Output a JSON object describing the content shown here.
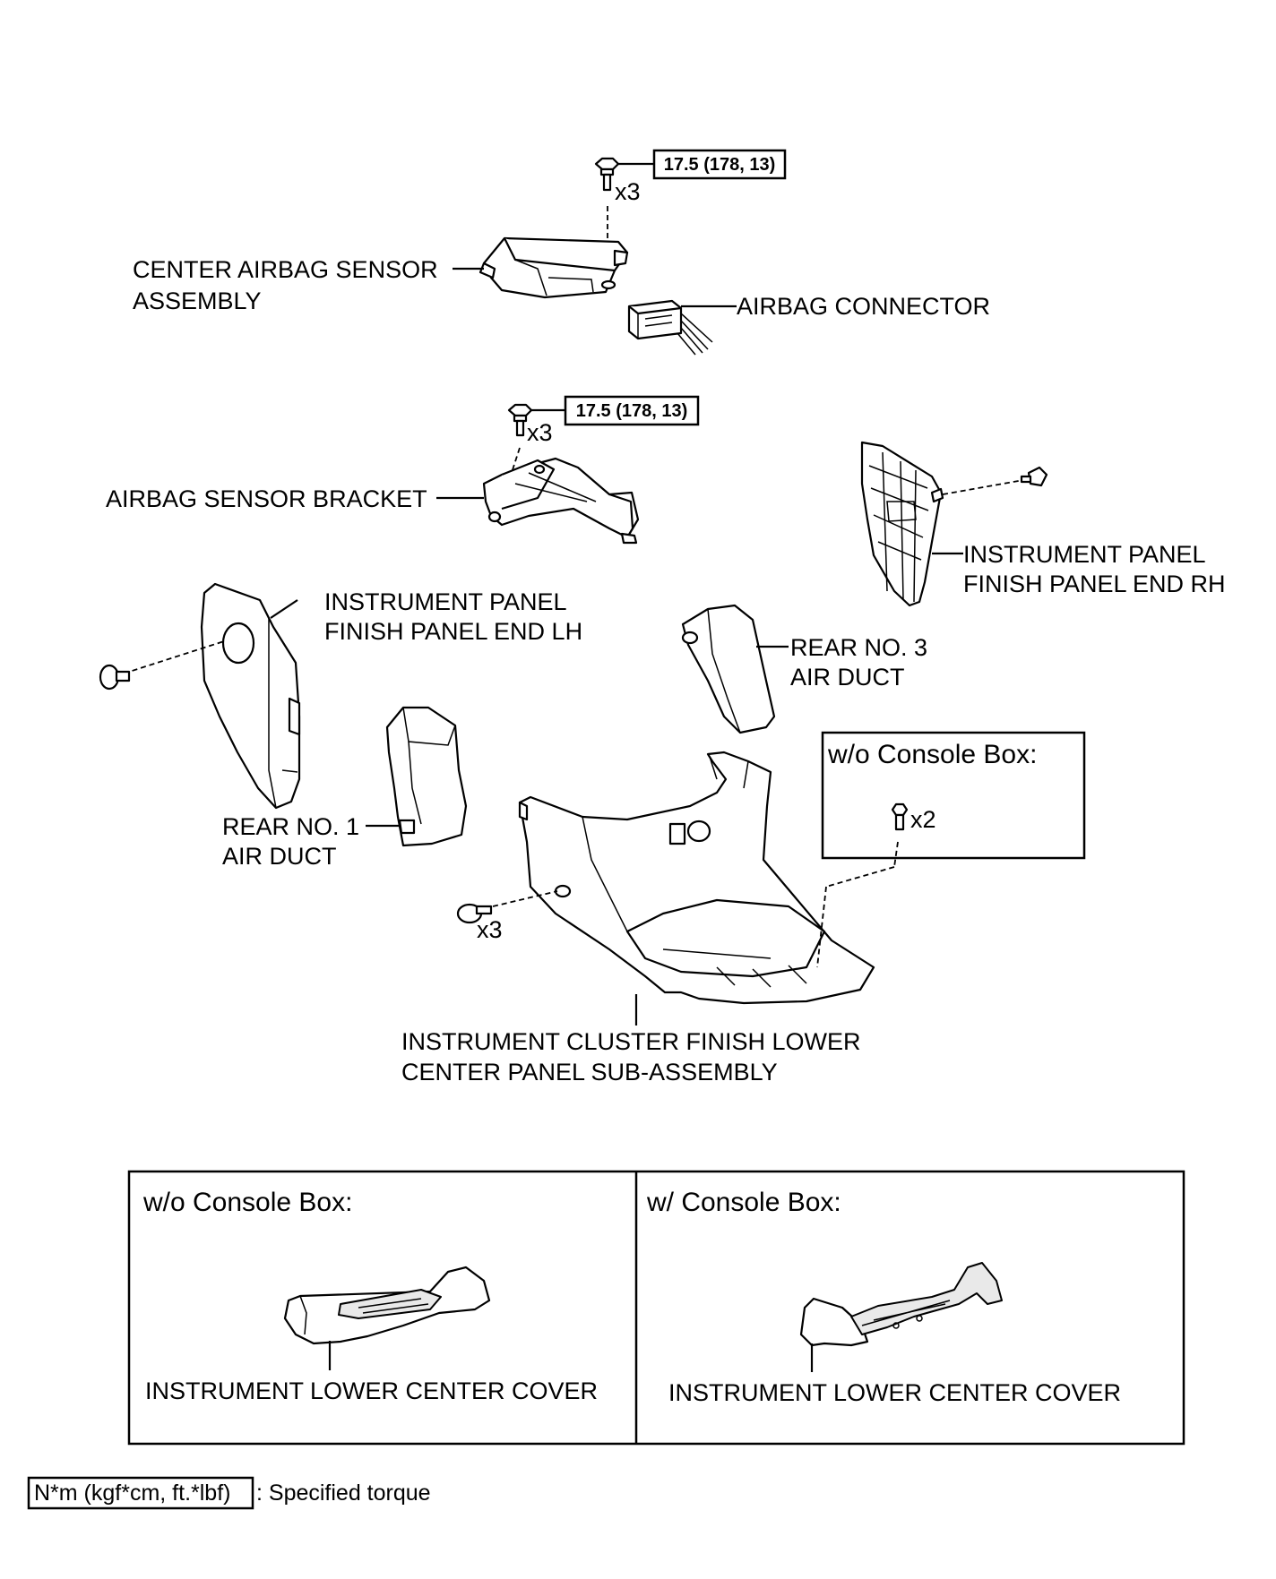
{
  "labels": {
    "center_airbag_sensor_1": "CENTER AIRBAG SENSOR",
    "center_airbag_sensor_2": "ASSEMBLY",
    "airbag_connector": "AIRBAG CONNECTOR",
    "airbag_sensor_bracket": "AIRBAG SENSOR BRACKET",
    "panel_end_rh_1": "INSTRUMENT PANEL",
    "panel_end_rh_2": "FINISH PANEL END RH",
    "panel_end_lh_1": "INSTRUMENT PANEL",
    "panel_end_lh_2": "FINISH PANEL END LH",
    "rear_no3_1": "REAR NO. 3",
    "rear_no3_2": "AIR DUCT",
    "rear_no1_1": "REAR NO. 1",
    "rear_no1_2": "AIR DUCT",
    "cluster_lower_1": "INSTRUMENT CLUSTER FINISH LOWER",
    "cluster_lower_2": "CENTER PANEL SUB-ASSEMBLY"
  },
  "torque": {
    "top": "17.5 (178, 13)",
    "bracket": "17.5 (178, 13)"
  },
  "quantities": {
    "sensor_bolts": "x3",
    "bracket_bolts": "x3",
    "clips_lower": "x3",
    "screws_console": "x2"
  },
  "wo_console_inset": {
    "title": "w/o Console Box:"
  },
  "bottom_panels": {
    "left": {
      "title": "w/o Console Box:",
      "part_label": "INSTRUMENT LOWER CENTER COVER"
    },
    "right": {
      "title": "w/ Console Box:",
      "part_label": "INSTRUMENT LOWER CENTER COVER"
    }
  },
  "legend": {
    "unit_box": "N*m (kgf*cm, ft.*lbf)",
    "text": ": Specified torque"
  }
}
